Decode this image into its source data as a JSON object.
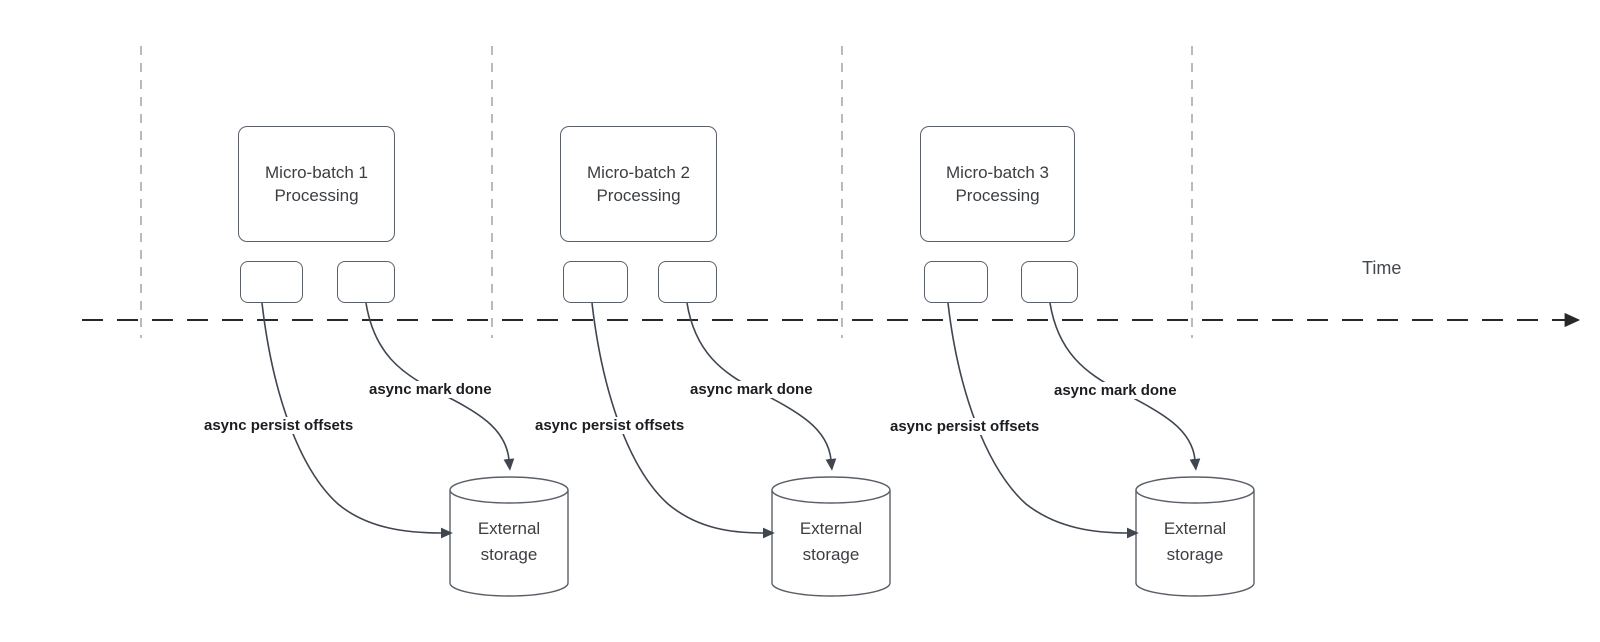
{
  "diagram": {
    "time_axis_label": "Time",
    "batches": [
      {
        "name": "Micro-batch 1",
        "subtitle": "Processing",
        "persist_arrow_label": "async persist offsets",
        "mark_done_arrow_label": "async mark done",
        "storage": {
          "line1": "External",
          "line2": "storage"
        }
      },
      {
        "name": "Micro-batch 2",
        "subtitle": "Processing",
        "persist_arrow_label": "async persist offsets",
        "mark_done_arrow_label": "async mark done",
        "storage": {
          "line1": "External",
          "line2": "storage"
        }
      },
      {
        "name": "Micro-batch 3",
        "subtitle": "Processing",
        "persist_arrow_label": "async persist offsets",
        "mark_done_arrow_label": "async mark done",
        "storage": {
          "line1": "External",
          "line2": "storage"
        }
      }
    ],
    "colors": {
      "arrow_stroke": "#3f4650",
      "axis_stroke": "#26282b",
      "divider_stroke": "#a9a9a9",
      "shape_border": "#5a6068",
      "node_text": "#3b3e42",
      "bold_label_text": "#1b1d20",
      "background": "#ffffff"
    }
  }
}
